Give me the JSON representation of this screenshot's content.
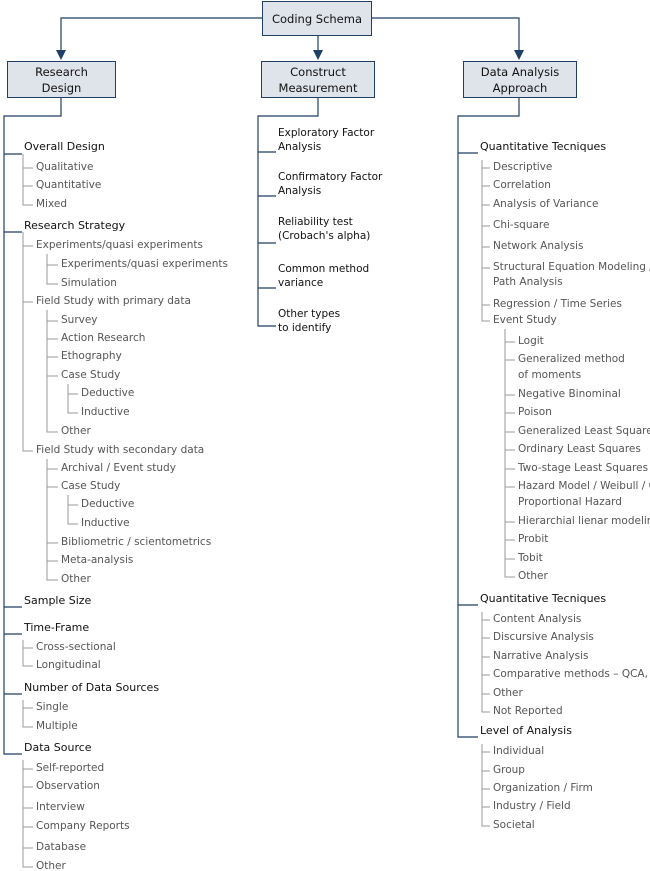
{
  "root": {
    "label": "Coding Schema"
  },
  "research_design": {
    "title_lines": [
      "Research",
      "Design"
    ],
    "overall_design": {
      "label": "Overall Design",
      "items": [
        "Qualitative",
        "Quantitative",
        "Mixed"
      ]
    },
    "research_strategy": {
      "label": "Research Strategy",
      "experiments": {
        "label": "Experiments/quasi experiments",
        "items": [
          "Experiments/quasi experiments",
          "Simulation"
        ]
      },
      "primary": {
        "label": "Field Study with primary data",
        "items": [
          "Survey",
          "Action Research",
          "Ethography",
          "Case Study",
          "Other"
        ],
        "case_study_items": [
          "Deductive",
          "Inductive"
        ]
      },
      "secondary": {
        "label": "Field Study with secondary data",
        "items": [
          "Archival / Event study",
          "Case Study",
          "Bibliometric / scientometrics",
          "Meta-analysis",
          "Other"
        ],
        "case_study_items": [
          "Deductive",
          "Inductive"
        ]
      }
    },
    "sample_size": {
      "label": "Sample Size"
    },
    "time_frame": {
      "label": "Time-Frame",
      "items": [
        "Cross-sectional",
        "Longitudinal"
      ]
    },
    "num_sources": {
      "label": "Number of Data Sources",
      "items": [
        "Single",
        "Multiple"
      ]
    },
    "data_source": {
      "label": "Data Source",
      "items": [
        "Self-reported",
        "Observation",
        "Interview",
        "Company Reports",
        "Database",
        "Other"
      ]
    }
  },
  "construct_measurement": {
    "title_lines": [
      "Construct",
      "Measurement"
    ],
    "items": [
      [
        "Exploratory Factor",
        "Analysis"
      ],
      [
        "Confirmatory Factor",
        "Analysis"
      ],
      [
        "Reliability test",
        "(Crobach's alpha)"
      ],
      [
        "Common method",
        "variance"
      ],
      [
        "Other types",
        "to identify"
      ]
    ]
  },
  "data_analysis": {
    "title_lines": [
      "Data Analysis",
      "Approach"
    ],
    "quantitative": {
      "label": "Quantitative Tecniques",
      "items": [
        "Descriptive",
        "Correlation",
        "Analysis of Variance",
        "Chi-square",
        "Network Analysis",
        "Structural Equation Modeling /",
        "Path Analysis",
        "Regression / Time Series",
        "Event Study"
      ],
      "event_study_items": [
        "Logit",
        "Generalized method",
        "of moments",
        "Negative Binominal",
        "Poison",
        "Generalized Least Squares",
        "Ordinary Least Squares",
        "Two-stage Least Squares",
        "Hazard Model / Weibull / Cox",
        "Proportional Hazard",
        "Hierarchial lienar modeling",
        "Probit",
        "Tobit",
        "Other"
      ]
    },
    "qualitative": {
      "label": "Quantitative Tecniques",
      "items": [
        "Content Analysis",
        "Discursive Analysis",
        "Narrative Analysis",
        "Comparative methods – QCA, DFA",
        "Other",
        "Not Reported"
      ]
    },
    "level": {
      "label": "Level of Analysis",
      "items": [
        "Individual",
        "Group",
        "Organization / Firm",
        "Industry / Field",
        "Societal"
      ]
    }
  },
  "colors": {
    "line": "#1f3f66",
    "box_fill": "#dfe3ea",
    "grey_line": "#9a9a9a"
  }
}
